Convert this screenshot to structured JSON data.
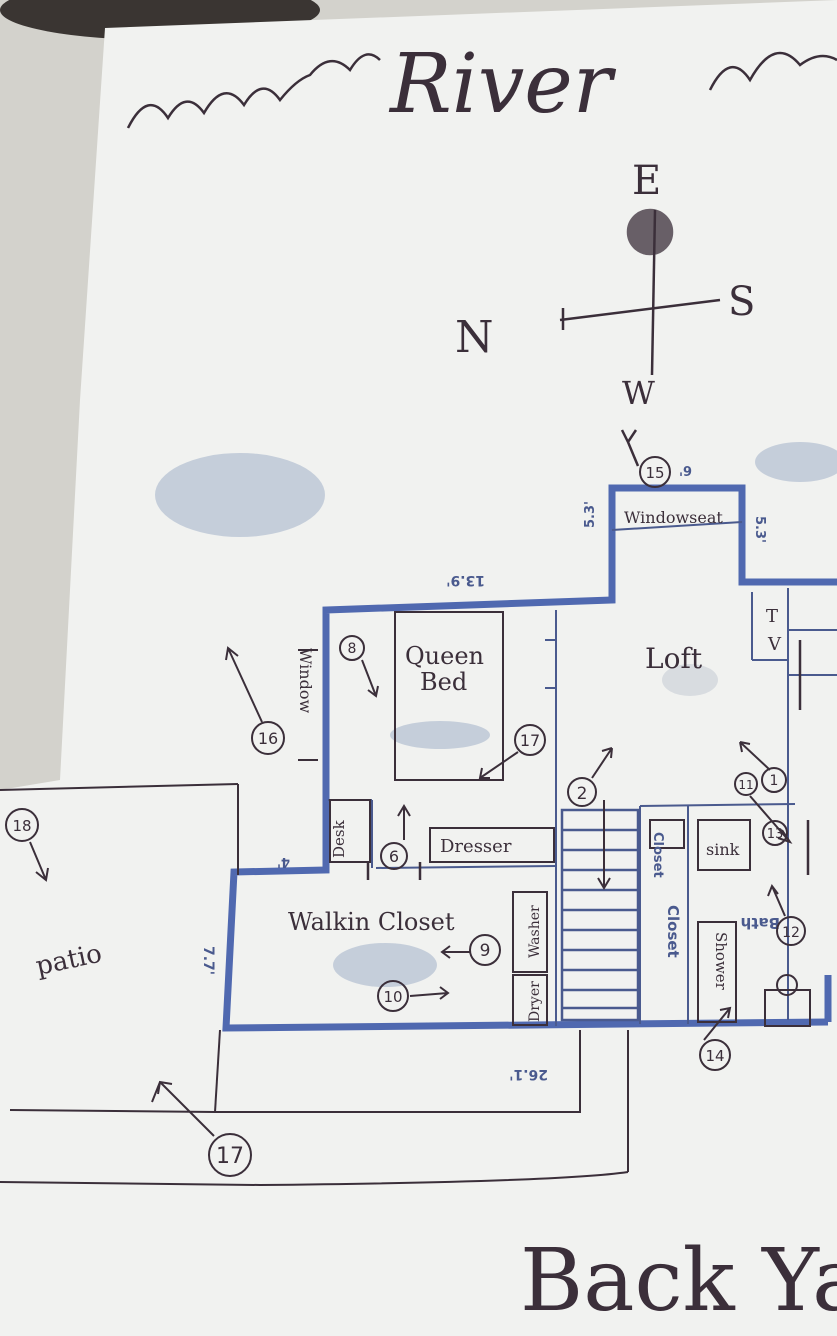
{
  "header": {
    "river": "River",
    "back_yard": "Back Yar"
  },
  "compass": {
    "n": "N",
    "e": "E",
    "s": "S",
    "w": "W"
  },
  "rooms": {
    "loft": "Loft",
    "queen_bed_1": "Queen",
    "queen_bed_2": "Bed",
    "walkin_closet": "Walkin Closet",
    "patio": "patio",
    "window_seat": "Windowseat",
    "window": "Window",
    "desk": "Desk",
    "dresser": "Dresser",
    "washer": "Washer",
    "dryer": "Dryer",
    "closet": "Closet",
    "bath": "Bath",
    "sink": "sink",
    "shower": "Shower",
    "tv_t": "T",
    "tv_v": "V",
    "counter": "Closet"
  },
  "dimensions": {
    "top_width": "13.9'",
    "window_seat_left": "5.3'",
    "window_seat_right": "5.3'",
    "window_seat_top": "6'",
    "step": "4'",
    "closet_height": "7.7'",
    "bottom_width": "26.1'"
  },
  "markers": [
    "1",
    "2",
    "6",
    "8",
    "9",
    "10",
    "11",
    "12",
    "13",
    "14",
    "15",
    "16",
    "17",
    "17",
    "18"
  ],
  "colors": {
    "paper": "#f1f2f0",
    "wall": "#5069b0",
    "ink": "#3b2f3a"
  }
}
